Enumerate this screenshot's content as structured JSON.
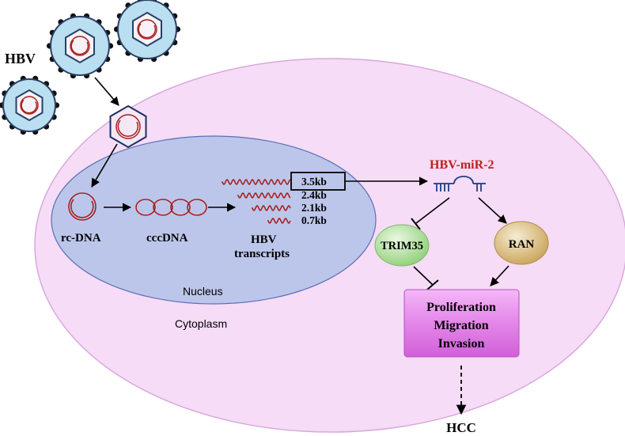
{
  "labels": {
    "hbv": "HBV",
    "rc_dna": "rc-DNA",
    "ccc_dna": "cccDNA",
    "hbv_transcripts_line1": "HBV",
    "hbv_transcripts_line2": "transcripts",
    "nucleus": "Nucleus",
    "cytoplasm": "Cytoplasm",
    "mirna": "HBV-miR-2",
    "trim35": "TRIM35",
    "ran": "RAN",
    "outcome_1": "Proliferation",
    "outcome_2": "Migration",
    "outcome_3": "Invasion",
    "hcc": "HCC"
  },
  "transcripts": [
    "3.5kb",
    "2.4kb",
    "2.1kb",
    "0.7kb"
  ],
  "colors": {
    "cell_fill": "#f6dcf6",
    "nucleus_fill": "#bcc6ea",
    "dna_strand": "#a8201e",
    "mirna_text": "#c0201e",
    "mirna_hairpin": "#1f3c88",
    "virion_fill": "#b9dff0",
    "trim35_node": "#9ed68a",
    "ran_node": "#d9b56a",
    "outcome_box": "#e27ce8"
  }
}
